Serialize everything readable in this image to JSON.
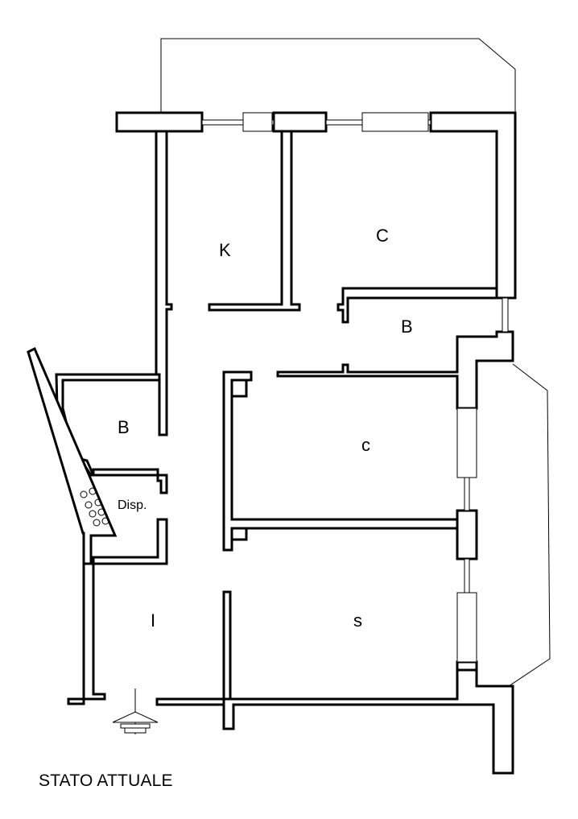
{
  "plan": {
    "caption": "STATO ATTUALE",
    "rooms": {
      "kitchen": "K",
      "bedroom_top": "C",
      "bath_right": "B",
      "bath_left": "B",
      "storage": "Disp.",
      "bedroom_mid": "c",
      "entrance": "I",
      "living": "s"
    },
    "colors": {
      "line": "#000000",
      "background": "#ffffff"
    },
    "icons": [
      "entrance-arrow-icon"
    ]
  }
}
